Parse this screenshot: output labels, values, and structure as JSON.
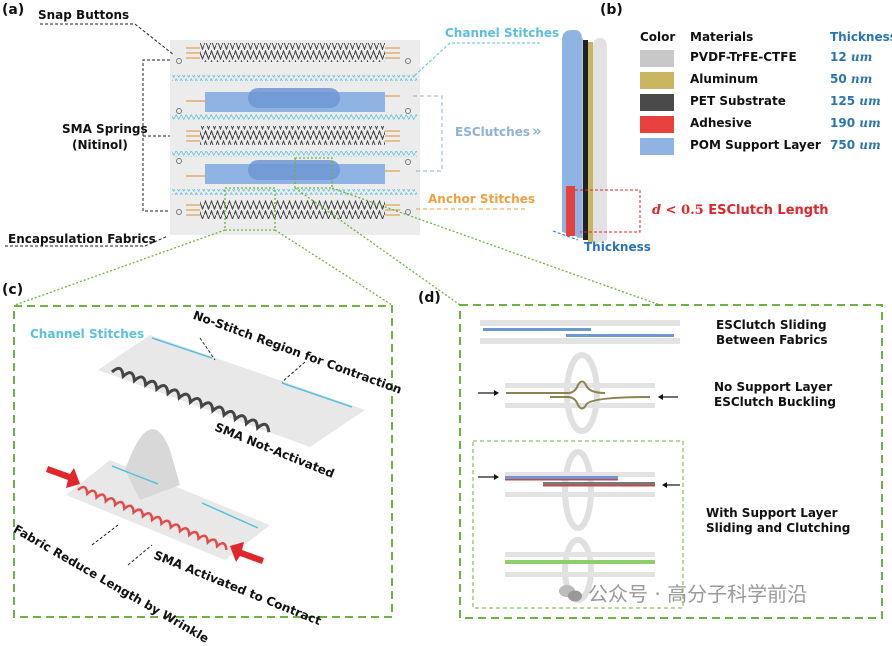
{
  "panels": {
    "a": {
      "label": "(a)",
      "annotations": {
        "snap_buttons": "Snap Buttons",
        "sma_springs_line1": "SMA Springs",
        "sma_springs_line2": "(Nitinol)",
        "encapsulation": "Encapsulation Fabrics",
        "channel_stitches": "Channel Stitches",
        "esclutches": "ESClutches",
        "esclutches_icon": "»",
        "anchor_stitches": "Anchor Stitches"
      }
    },
    "b": {
      "label": "(b)",
      "legend_headers": {
        "color": "Color",
        "materials": "Materials",
        "thickness": "Thickness"
      },
      "layers": [
        {
          "material": "PVDF-TrFE-CTFE",
          "thickness_value": "12",
          "thickness_unit": "um",
          "color": "#c8c8c8"
        },
        {
          "material": "Aluminum",
          "thickness_value": "50",
          "thickness_unit": "nm",
          "color": "#c9b560"
        },
        {
          "material": "PET Substrate",
          "thickness_value": "125",
          "thickness_unit": "um",
          "color": "#4a4a4a"
        },
        {
          "material": "Adhesive",
          "thickness_value": "190",
          "thickness_unit": "um",
          "color": "#e8403f"
        },
        {
          "material": "POM Support Layer",
          "thickness_value": "750",
          "thickness_unit": "um",
          "color": "#8fb4e3"
        }
      ],
      "d_condition_var": "d",
      "d_condition_op": "<",
      "d_condition_num": "0.5",
      "d_condition_text": "ESClutch Length",
      "thickness_axis": "Thickness"
    },
    "c": {
      "label": "(c)",
      "channel_stitches": "Channel Stitches",
      "no_stitch": "No-Stitch Region for Contraction",
      "sma_not_activated": "SMA Not-Activated",
      "fabric_reduce": "Fabric Reduce Length by Wrinkle",
      "sma_activated": "SMA Activated to Contract"
    },
    "d": {
      "label": "(d)",
      "row1_line1": "ESClutch Sliding",
      "row1_line2": "Between Fabrics",
      "row2_line1": "No Support Layer",
      "row2_line2": "ESClutch Buckling",
      "row3_line1": "With Support Layer",
      "row3_line2": "Sliding and Clutching"
    }
  },
  "watermark": "公众号 · 高分子科学前沿",
  "colors": {
    "green_dash": "#6cb33f",
    "channel_stitch": "#5bc0de",
    "esclutch_blue": "#7fa6db",
    "anchor_orange": "#f0a040",
    "sma_red": "#e0262b",
    "fabric_gray": "#e6e6e6"
  }
}
